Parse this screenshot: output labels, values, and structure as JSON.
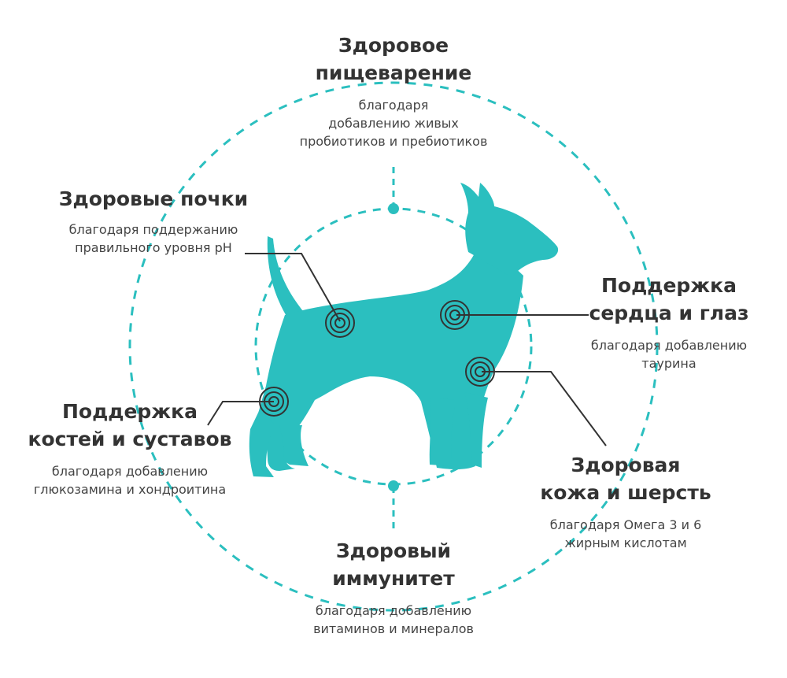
{
  "accent_color": "#2bbfbf",
  "marker_color": "#333333",
  "dog_icon": "dog-silhouette-icon",
  "benefits": [
    {
      "title": [
        "Здоровое",
        "пищеварение"
      ],
      "description": [
        "благодаря",
        "добавлению живых",
        "пробиотиков и пребиотиков"
      ]
    },
    {
      "title": [
        "Здоровые почки"
      ],
      "description": [
        "благодаря поддержанию",
        "правильного уровня рН"
      ]
    },
    {
      "title": [
        "Поддержка",
        "сердца и глаз"
      ],
      "description": [
        "благодаря добавлению",
        "таурина"
      ]
    },
    {
      "title": [
        "Поддержка",
        "костей и суставов"
      ],
      "description": [
        "благодаря добавлению",
        "глюкозамина и хондроитина"
      ]
    },
    {
      "title": [
        "Здоровая",
        "кожа и шерсть"
      ],
      "description": [
        "благодаря Омега 3 и 6",
        "жирным кислотам"
      ]
    },
    {
      "title": [
        "Здоровый",
        "иммунитет"
      ],
      "description": [
        "благодаря добавлению",
        "витаминов и минералов"
      ]
    }
  ]
}
